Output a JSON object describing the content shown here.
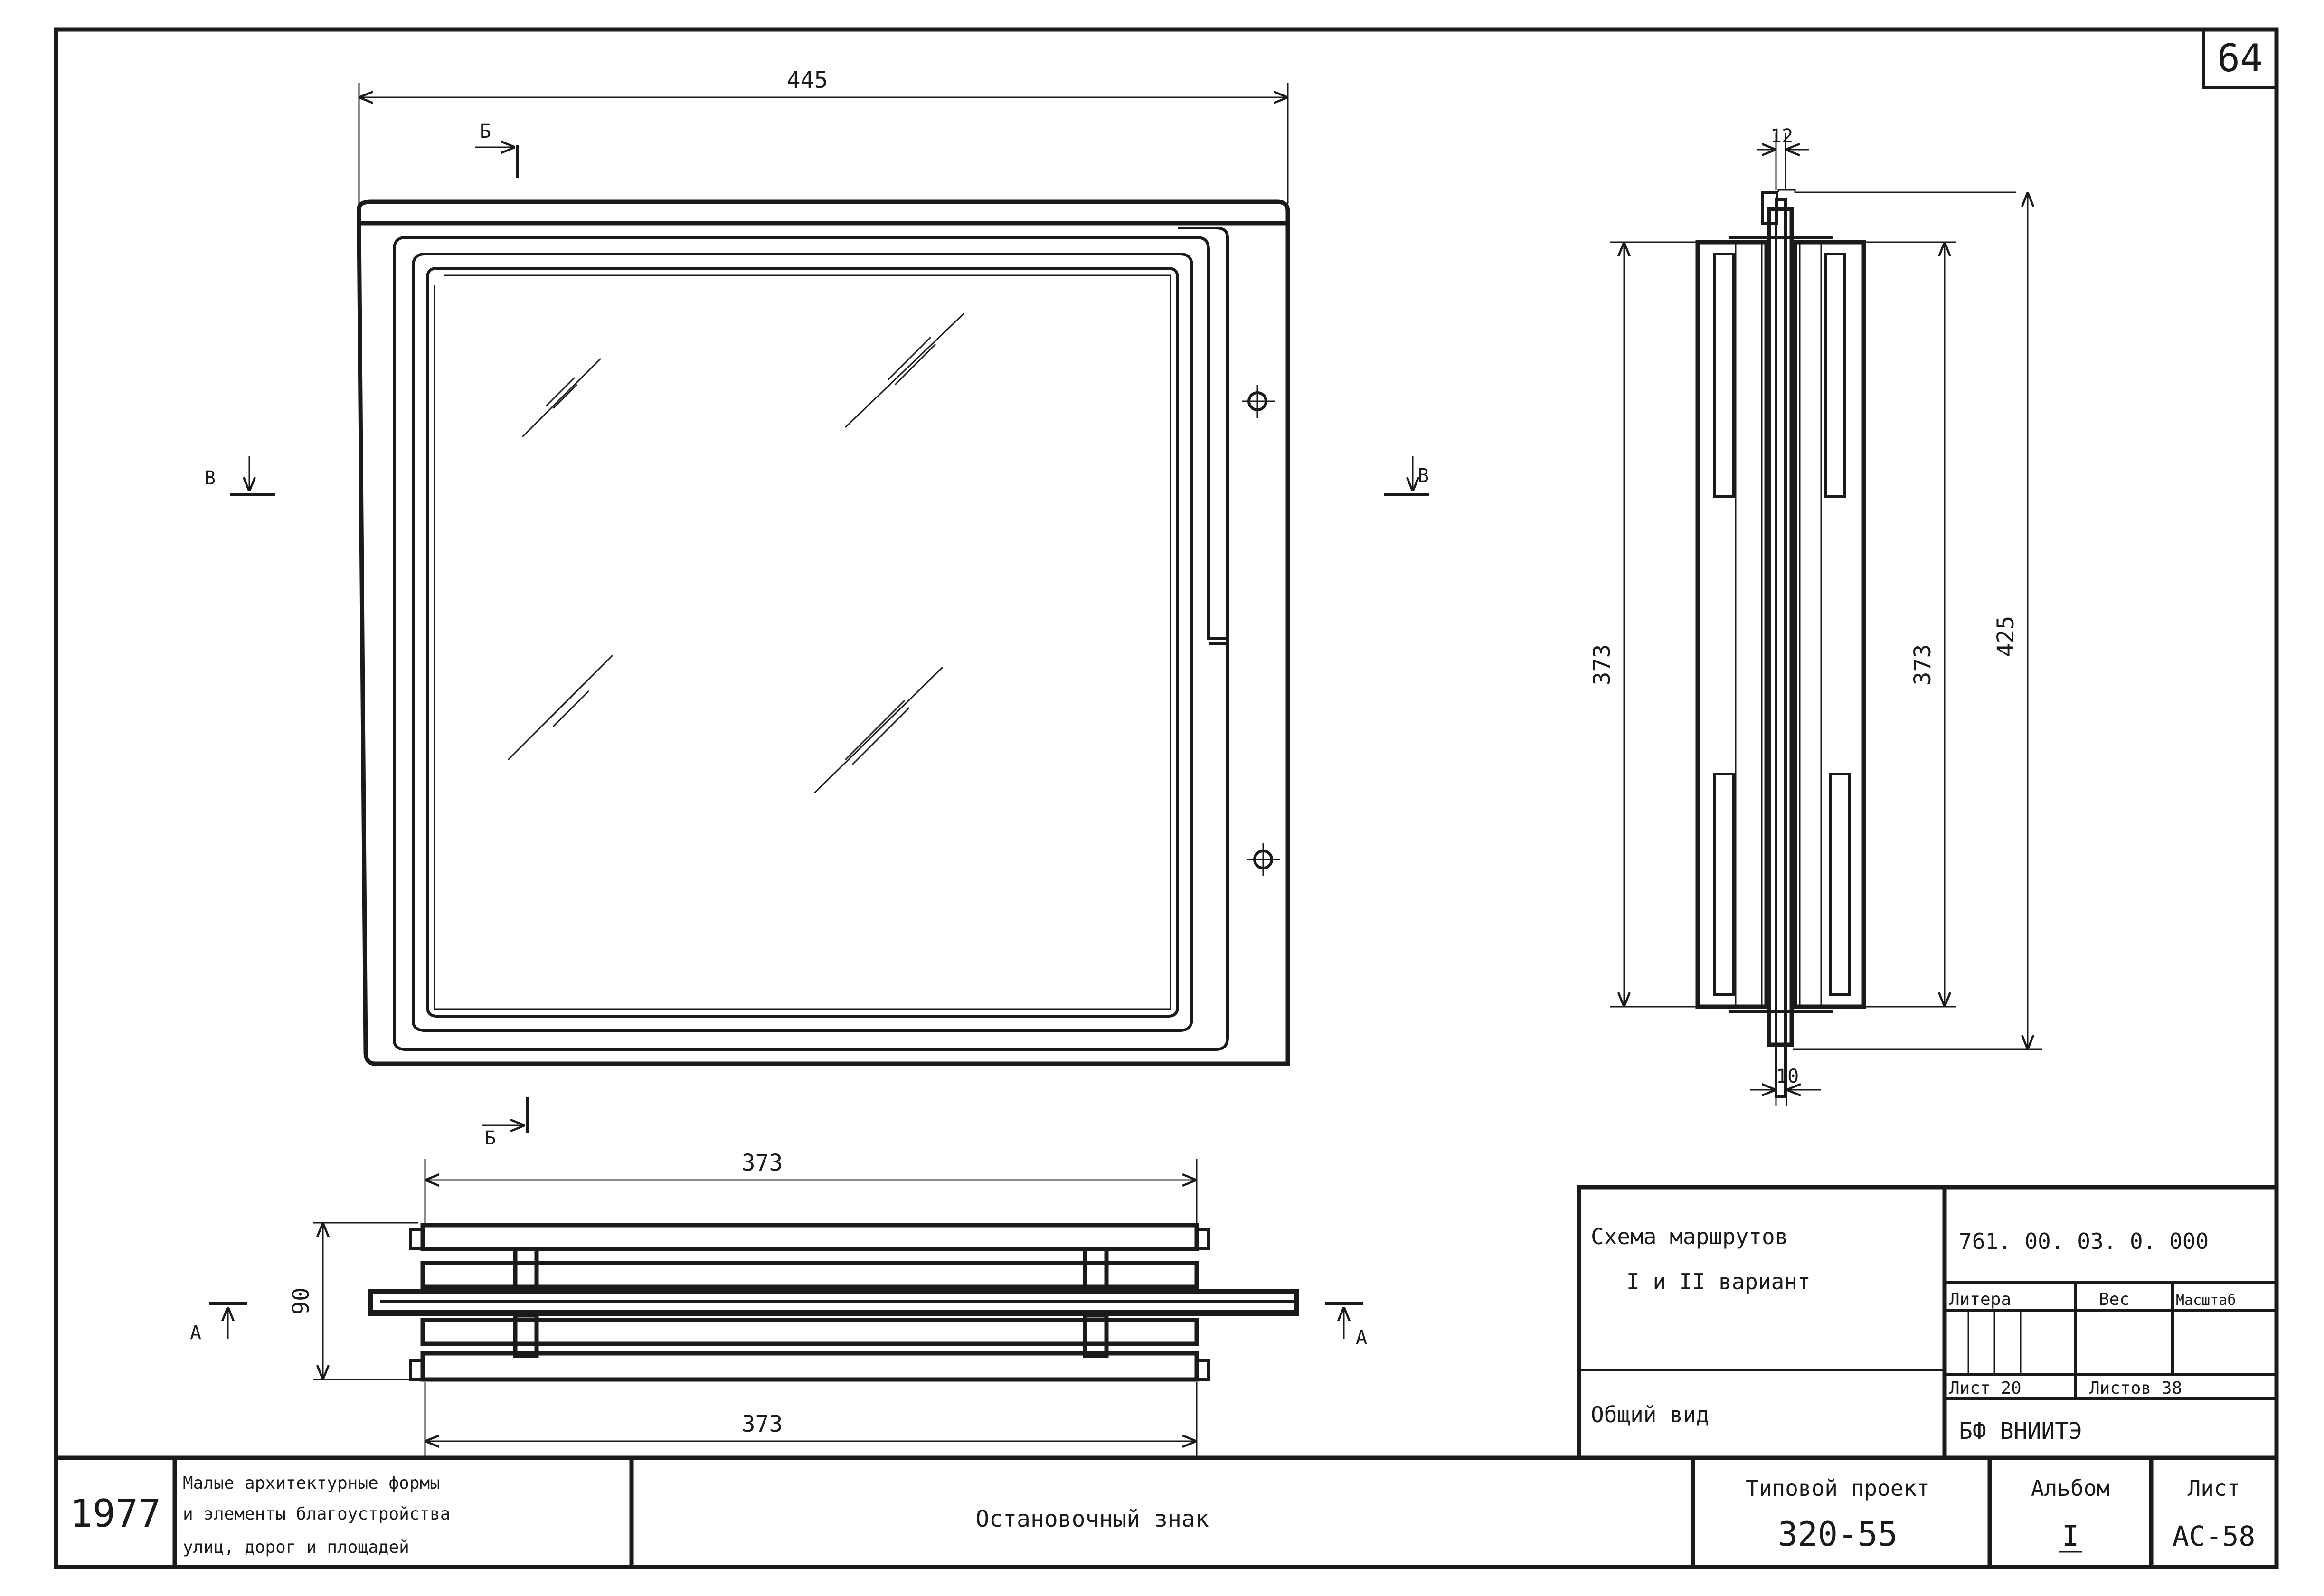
{
  "sheet_number": "64",
  "dimensions": {
    "front_width": "445",
    "side_height_left": "373",
    "side_height_inner": "373",
    "side_height_total": "425",
    "side_top_thickness": "12",
    "side_bottom_thickness": "10",
    "plan_width_top": "373",
    "plan_width_bottom": "373",
    "plan_depth": "90"
  },
  "section_marks": {
    "b_top": "Б",
    "b_bottom": "Б",
    "v_left": "В",
    "v_right": "В",
    "a_left": "А",
    "a_right": "А"
  },
  "title_block": {
    "scheme_title_line1": "Схема маршрутов",
    "scheme_title_line2": "I и II вариант",
    "document_code": "761. 00. 03. 0. 000",
    "col_litera": "Литера",
    "col_weight": "Вес",
    "col_scale": "Масштаб",
    "sheet_label": "Лист 20",
    "sheets_label": "Листов 38",
    "view_name": "Общий вид",
    "organization": "БФ ВНИИТЭ",
    "year": "1977",
    "series_line1": "Малые архитектурные формы",
    "series_line2": "и элементы благоустройства",
    "series_line3": "улиц, дорог и площадей",
    "object_name": "Остановочный знак",
    "project_label": "Типовой проект",
    "project_number": "320-55",
    "album_label": "Альбом",
    "album_number": "I",
    "list_label": "Лист",
    "list_number": "АС-58"
  }
}
